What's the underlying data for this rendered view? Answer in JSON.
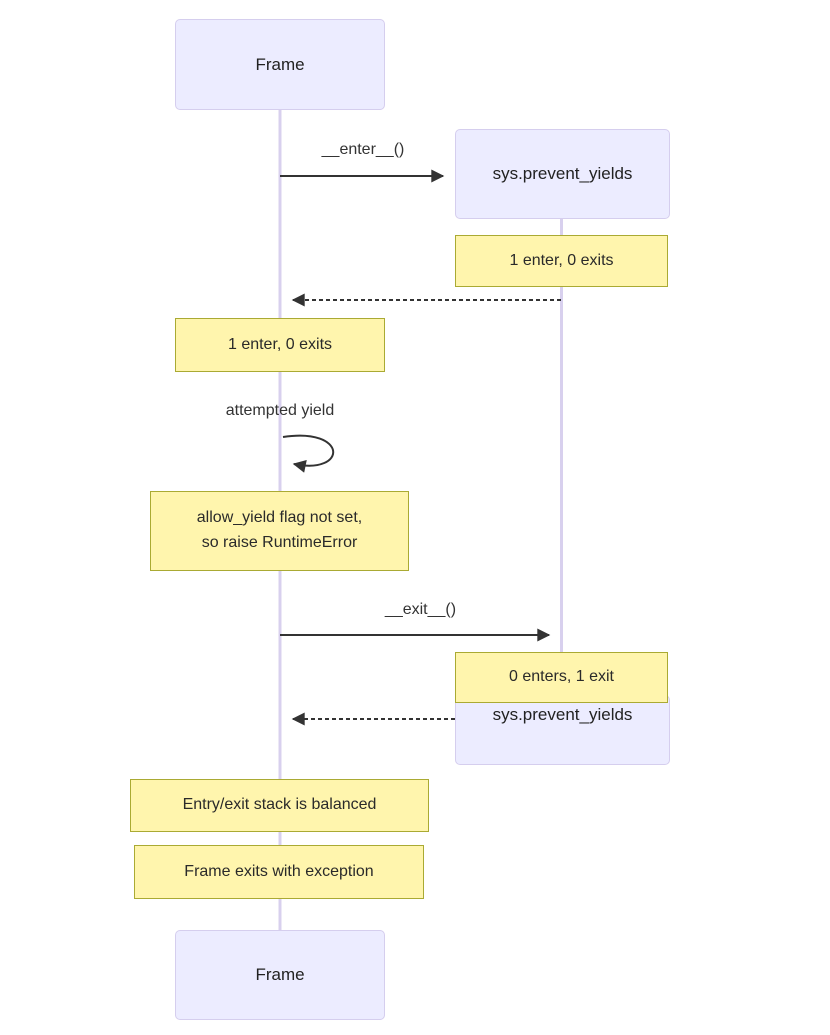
{
  "diagram_type": "sequence-diagram",
  "actors": {
    "frame": {
      "label": "Frame"
    },
    "sys": {
      "label": "sys.prevent_yields"
    }
  },
  "messages": {
    "enter": {
      "label": "__enter__()",
      "from": "Frame",
      "to": "sys.prevent_yields",
      "line": "solid",
      "arrow": "filled"
    },
    "return_after_enter": {
      "from": "sys.prevent_yields",
      "to": "Frame",
      "line": "dashed",
      "arrow": "filled"
    },
    "self_loop": {
      "label": "attempted yield",
      "from": "Frame",
      "to": "Frame",
      "line": "solid",
      "arrow": "filled"
    },
    "exit": {
      "label": "__exit__()",
      "from": "Frame",
      "to": "sys.prevent_yields",
      "line": "solid",
      "arrow": "filled"
    },
    "return_after_exit": {
      "from": "sys.prevent_yields",
      "to": "Frame",
      "line": "dashed",
      "arrow": "filled"
    }
  },
  "notes": {
    "sys_after_enter": "1 enter, 0 exits",
    "frame_after_enter": "1 enter, 0 exits",
    "yield_error": [
      "allow_yield flag not set,",
      "so raise RuntimeError"
    ],
    "sys_after_exit": "0 enters, 1 exit",
    "stack_balanced": "Entry/exit stack is balanced",
    "frame_exception": "Frame exits with exception"
  },
  "colors": {
    "actor_fill": "#ECECFF",
    "actor_border": "#d5ceee",
    "note_fill": "#fff5ad",
    "note_border": "#aaaa33",
    "line_color": "#333333",
    "lifeline_color": "#d8d0ee",
    "text_color": "#222222",
    "message_text_color": "#333333"
  }
}
